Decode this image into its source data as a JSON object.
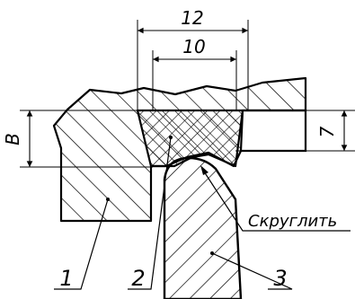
{
  "dimensions": {
    "outer_width": "12",
    "inner_width": "10",
    "thickness_left": "B",
    "thickness_right": "7"
  },
  "callouts": {
    "part1": "1",
    "part2": "2",
    "part3": "3",
    "note": "Скруглить"
  },
  "colors": {
    "line": "#000000",
    "background": "#ffffff"
  }
}
